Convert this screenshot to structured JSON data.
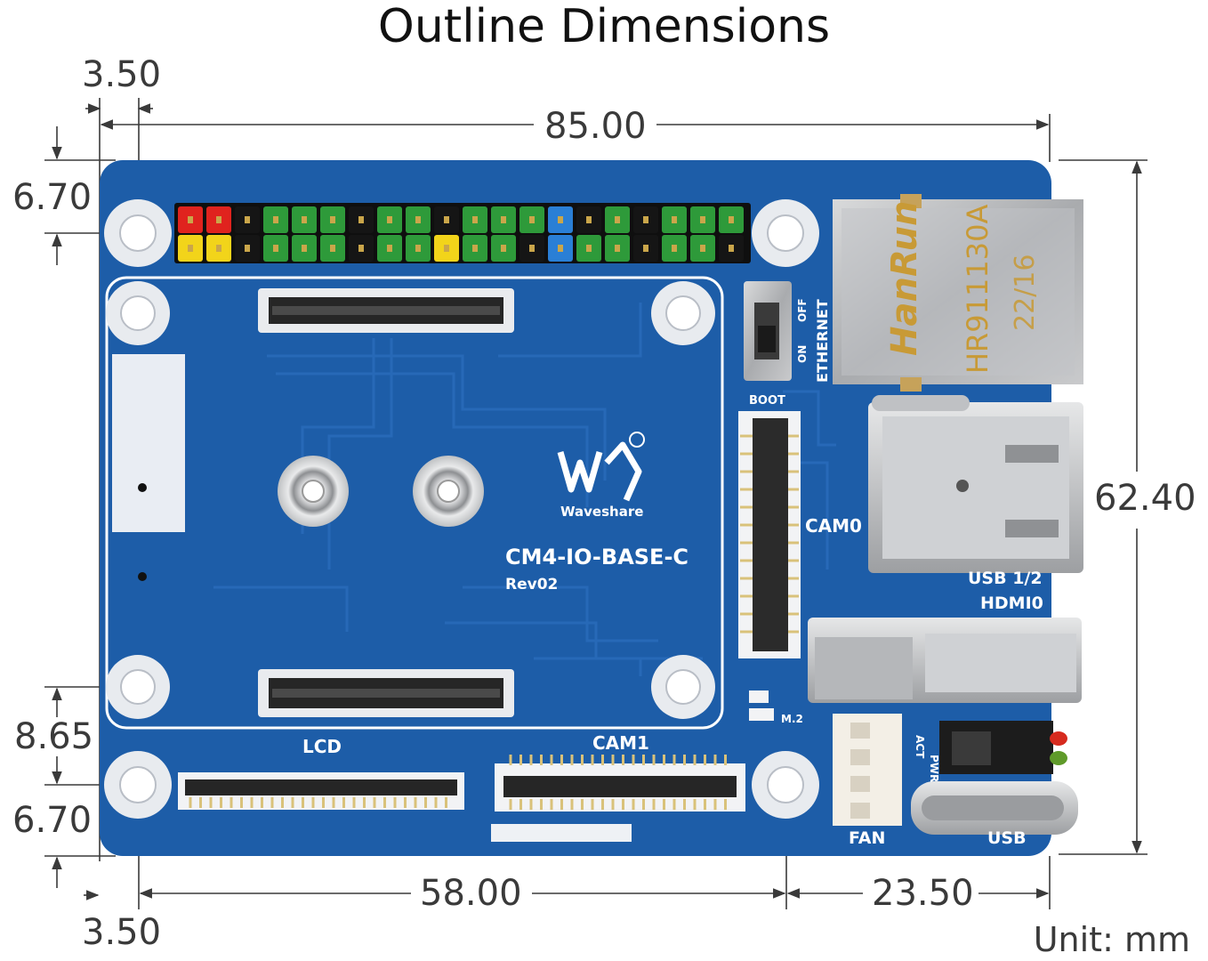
{
  "title": "Outline Dimensions",
  "unit_label": "Unit: mm",
  "dimensions": {
    "top_left_offset": "3.50",
    "total_width": "85.00",
    "top_hole_offset": "6.70",
    "total_height": "62.40",
    "bottom_hole_spacing": "8.65",
    "bottom_hole_offset": "6.70",
    "bottom_left_offset": "3.50",
    "hole_to_hole": "58.00",
    "hole_to_edge": "23.50"
  },
  "board": {
    "name": "CM4-IO-BASE-C",
    "revision": "Rev02",
    "brand": "Waveshare",
    "labels": {
      "ethernet": "ETHERNET",
      "on": "ON",
      "off": "OFF",
      "boot": "BOOT",
      "cam0": "CAM0",
      "cam1": "CAM1",
      "lcd": "LCD",
      "usb12": "USB 1/2",
      "hdmi0": "HDMI0",
      "m2": "M.2",
      "fan": "FAN",
      "usb": "USB",
      "pwr": "PWR",
      "act": "ACT"
    },
    "rj45_text": {
      "brand": "HanRun",
      "model": "HR911130A",
      "date": "22/16"
    },
    "colors": {
      "pcb": "#1d5da8",
      "pcb_dark": "#164b8c",
      "pin_red": "#e0231e",
      "pin_yellow": "#f2d41a",
      "pin_black": "#151515",
      "pin_green": "#2e9a3a",
      "pin_blue": "#2a7fd6"
    }
  }
}
